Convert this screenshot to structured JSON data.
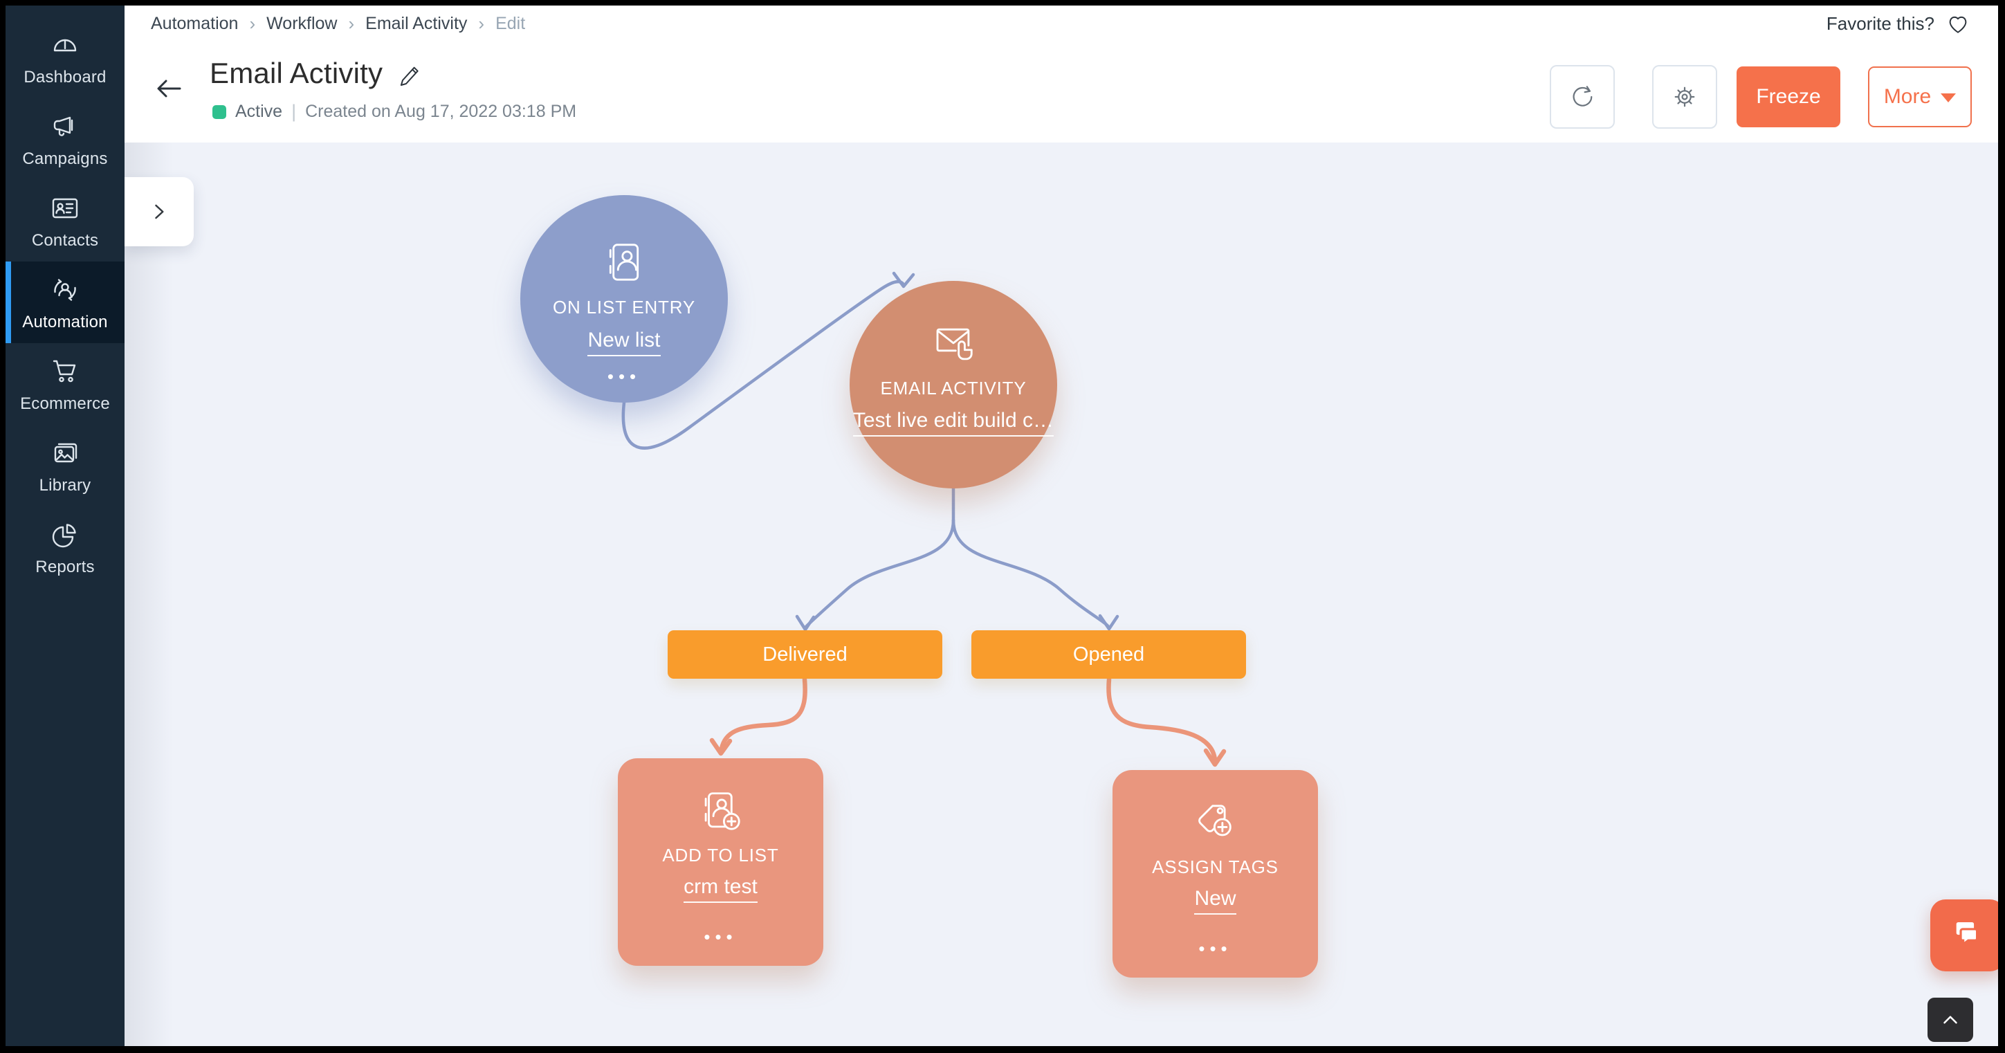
{
  "topbar": {
    "breadcrumb": {
      "items": [
        "Automation",
        "Workflow",
        "Email Activity",
        "Edit"
      ],
      "separator": "›"
    },
    "favorite": {
      "label": "Favorite this?"
    }
  },
  "sidebar": {
    "active_item": "Automation",
    "items": [
      {
        "label": "Dashboard"
      },
      {
        "label": "Campaigns"
      },
      {
        "label": "Contacts"
      },
      {
        "label": "Automation"
      },
      {
        "label": "Ecommerce"
      },
      {
        "label": "Library"
      },
      {
        "label": "Reports"
      }
    ]
  },
  "header": {
    "title": "Email Activity",
    "status_label": "Active",
    "status_divider": "|",
    "created_text": "Created on Aug 17, 2022 03:18 PM",
    "buttons": {
      "freeze": "Freeze",
      "more": "More"
    }
  },
  "workflow": {
    "trigger": {
      "type_label": "ON LIST ENTRY",
      "link_label": "New list",
      "menu_dots": "•••"
    },
    "email_activity": {
      "type_label": "EMAIL ACTIVITY",
      "link_label": "Test live edit build c…"
    },
    "branches": {
      "delivered": "Delivered",
      "opened": "Opened"
    },
    "add_to_list": {
      "type_label": "ADD TO LIST",
      "link_label": "crm test",
      "menu_dots": "•••"
    },
    "assign_tags": {
      "type_label": "ASSIGN TAGS",
      "link_label": "New",
      "menu_dots": "•••"
    }
  },
  "colors": {
    "accent_orange": "#f5714b",
    "branch_orange": "#f99c2c",
    "node_blue": "#8d9ecb",
    "node_salmon_circle": "#d28e71",
    "node_salmon_box": "#e9967e",
    "connector_blue": "#8b9cc9",
    "connector_orange": "#eb9579",
    "status_green": "#2fc08e",
    "sidebar_bg": "#1a2a39",
    "sidebar_active_bg": "#0c1b29",
    "sidebar_accent_blue": "#2f9bf2",
    "canvas_bg": "#eff2f9"
  }
}
